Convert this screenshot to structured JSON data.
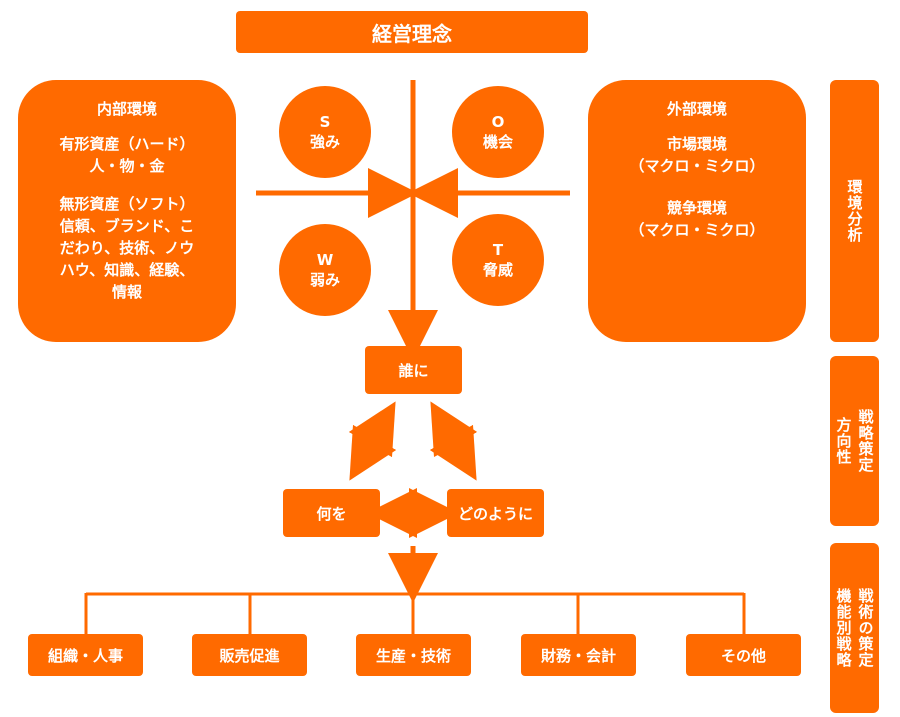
{
  "top": {
    "title": "経営理念"
  },
  "internal": {
    "title": "内部環境",
    "lines1": [
      "有形資産（ハード）",
      "人・物・金"
    ],
    "lines2": [
      "無形資産（ソフト）",
      "信頼、ブランド、こ",
      "だわり、技術、ノウ",
      "ハウ、知識、経験、",
      "情報"
    ]
  },
  "external": {
    "title": "外部環境",
    "lines1": [
      "市場環境",
      "（マクロ・ミクロ）"
    ],
    "lines2": [
      "競争環境",
      "（マクロ・ミクロ）"
    ]
  },
  "swot": {
    "s": {
      "letter": "S",
      "label": "強み"
    },
    "w": {
      "letter": "W",
      "label": "弱み"
    },
    "o": {
      "letter": "O",
      "label": "機会"
    },
    "t": {
      "letter": "T",
      "label": "脅威"
    }
  },
  "strategy": {
    "who": "誰に",
    "what": "何を",
    "how": "どのように"
  },
  "functions": [
    "組織・人事",
    "販売促進",
    "生産・技術",
    "財務・会計",
    "その他"
  ],
  "side": {
    "env_analysis": "環境分析",
    "direction": [
      "方向性",
      "戦略策定"
    ],
    "functional": [
      "機能別戦略",
      "戦術の策定"
    ]
  },
  "colors": {
    "accent": "#FF6A00",
    "background": "#FFFFFF"
  }
}
